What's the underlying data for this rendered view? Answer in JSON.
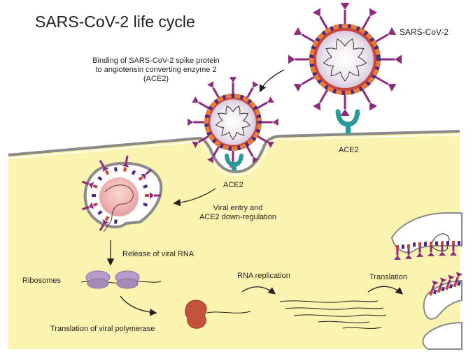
{
  "title": "SARS-CoV-2 life cycle",
  "labels": {
    "virus": "SARS-CoV-2",
    "binding_line1": "Binding of SARS-CoV-2 spike protein",
    "binding_line2": "to angiotensin converting enzyme 2",
    "binding_line3": "(ACE2)",
    "ace2_top": "ACE2",
    "ace2_dip": "ACE2",
    "entry_line1": "Viral entry and",
    "entry_line2": "ACE2 down-regulation",
    "release": "Release of viral RNA",
    "ribosomes": "Ribosomes",
    "rna_replication": "RNA replication",
    "translation": "Translation",
    "polymerase": "Translation of viral polymerase"
  },
  "colors": {
    "cytoplasm": "#fbf4b0",
    "membrane": "#8a8a8a",
    "spike": "#8e2a7e",
    "spike_dark": "#4a2a86",
    "envelope_orange": "#e8803a",
    "envelope_red": "#c8463c",
    "virion_core": "#e9e4ec",
    "ace2": "#2a9a96",
    "ribosome": "#b89cc8",
    "polymerase": "#c2533a",
    "text": "#231f20"
  }
}
